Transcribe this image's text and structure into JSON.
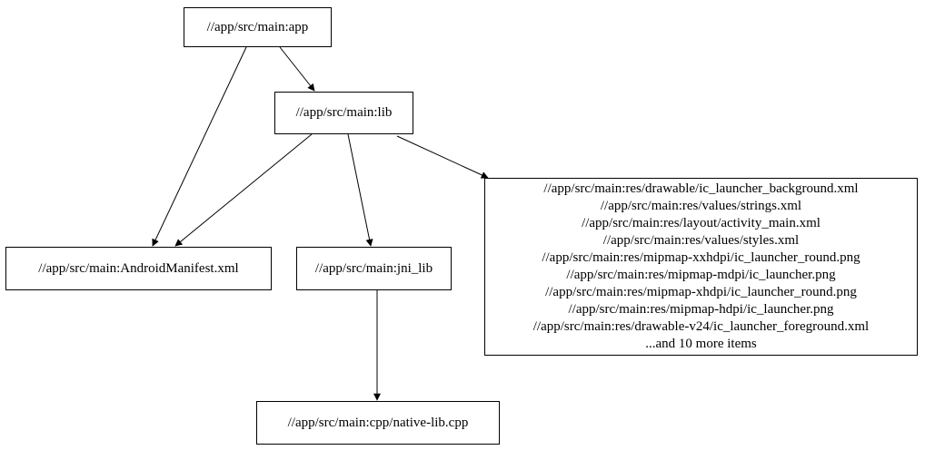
{
  "diagram": {
    "kind": "dependency-graph",
    "background_color": "#ffffff",
    "node_border_color": "#000000",
    "edge_color": "#000000",
    "text_color": "#000000"
  },
  "nodes": {
    "app": {
      "label": "//app/src/main:app"
    },
    "lib": {
      "label": "//app/src/main:lib"
    },
    "android_manifest": {
      "label": "//app/src/main:AndroidManifest.xml"
    },
    "jni_lib": {
      "label": "//app/src/main:jni_lib"
    },
    "res_list": {
      "lines": [
        "//app/src/main:res/drawable/ic_launcher_background.xml",
        "//app/src/main:res/values/strings.xml",
        "//app/src/main:res/layout/activity_main.xml",
        "//app/src/main:res/values/styles.xml",
        "//app/src/main:res/mipmap-xxhdpi/ic_launcher_round.png",
        "//app/src/main:res/mipmap-mdpi/ic_launcher.png",
        "//app/src/main:res/mipmap-xhdpi/ic_launcher_round.png",
        "//app/src/main:res/mipmap-hdpi/ic_launcher.png",
        "//app/src/main:res/drawable-v24/ic_launcher_foreground.xml",
        "...and 10 more items"
      ]
    },
    "cpp": {
      "label": "//app/src/main:cpp/native-lib.cpp"
    }
  },
  "edges": [
    {
      "from": "app",
      "to": "lib"
    },
    {
      "from": "app",
      "to": "android_manifest"
    },
    {
      "from": "lib",
      "to": "android_manifest"
    },
    {
      "from": "lib",
      "to": "jni_lib"
    },
    {
      "from": "lib",
      "to": "res_list"
    },
    {
      "from": "jni_lib",
      "to": "cpp"
    }
  ]
}
